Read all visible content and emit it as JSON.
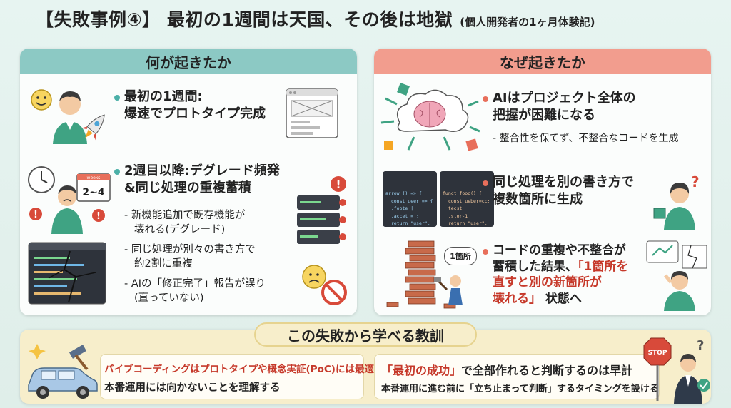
{
  "title": {
    "main": "【失敗事例④】 最初の1週間は天国、その後は地獄",
    "sub": "(個人開発者の1ヶ月体験記)"
  },
  "left_panel": {
    "header": "何が起きたか",
    "item1": {
      "line1": "最初の1週間:",
      "line2": "爆速でプロトタイプ完成"
    },
    "item2": {
      "line1": "2週目以降:デグレード頻発",
      "line2": "&同じ処理の重複蓄積"
    },
    "subs": [
      {
        "line1": "- 新機能追加で既存機能が",
        "line2": "壊れる(デグレード)"
      },
      {
        "line1": "- 同じ処理が別々の書き方で",
        "line2": "約2割に重複"
      },
      {
        "line1": "- AIの「修正完了」報告が誤り",
        "line2": "(直っていない)"
      }
    ],
    "calendar_label": "2~4",
    "calendar_top": "weeks"
  },
  "right_panel": {
    "header": "なぜ起きたか",
    "item1": {
      "line1": "AIはプロジェクト全体の",
      "line2": "把握が困難になる"
    },
    "item1_sub": "- 整合性を保てず、不整合なコードを生成",
    "item2": {
      "line1": "同じ処理を別の書き方で",
      "line2": "複数箇所に生成"
    },
    "item3": {
      "line1": "コードの重複や不整合が",
      "line2_a": "蓄積した結果、",
      "line2_b": "「1箇所を",
      "line3": "直すと別の新箇所が",
      "line4_a": "壊れる」",
      "line4_b": " 状態へ"
    },
    "bubble": "1箇所",
    "code_left": [
      "arrow () => {",
      "  const ueer => {",
      "  .foote |",
      "  .accet = ;",
      "  return \"user\";",
      "};"
    ],
    "code_right": [
      "funct fooo() {",
      "  const ueber=cc;",
      "  tecst",
      "  .stor-1",
      "  return \"user\";",
      "};"
    ]
  },
  "lessons": {
    "header": "この失敗から学べる教訓",
    "a_line1": "バイブコーディングはプロトタイプや概念実証(PoC)には最適",
    "a_line2": "本番運用には向かないことを理解する",
    "b_line1_a": "「最初の成功」",
    "b_line1_b": "で全部作れると判断するのは早計",
    "b_line2": "本番運用に進む前に「立ち止まって判断」するタイミングを設ける",
    "stop_sign": "STOP"
  },
  "colors": {
    "teal_header": "#8cc9c4",
    "coral_header": "#f29d8e",
    "lesson_bg": "#f7eecb",
    "accent_red": "#c6392a"
  }
}
